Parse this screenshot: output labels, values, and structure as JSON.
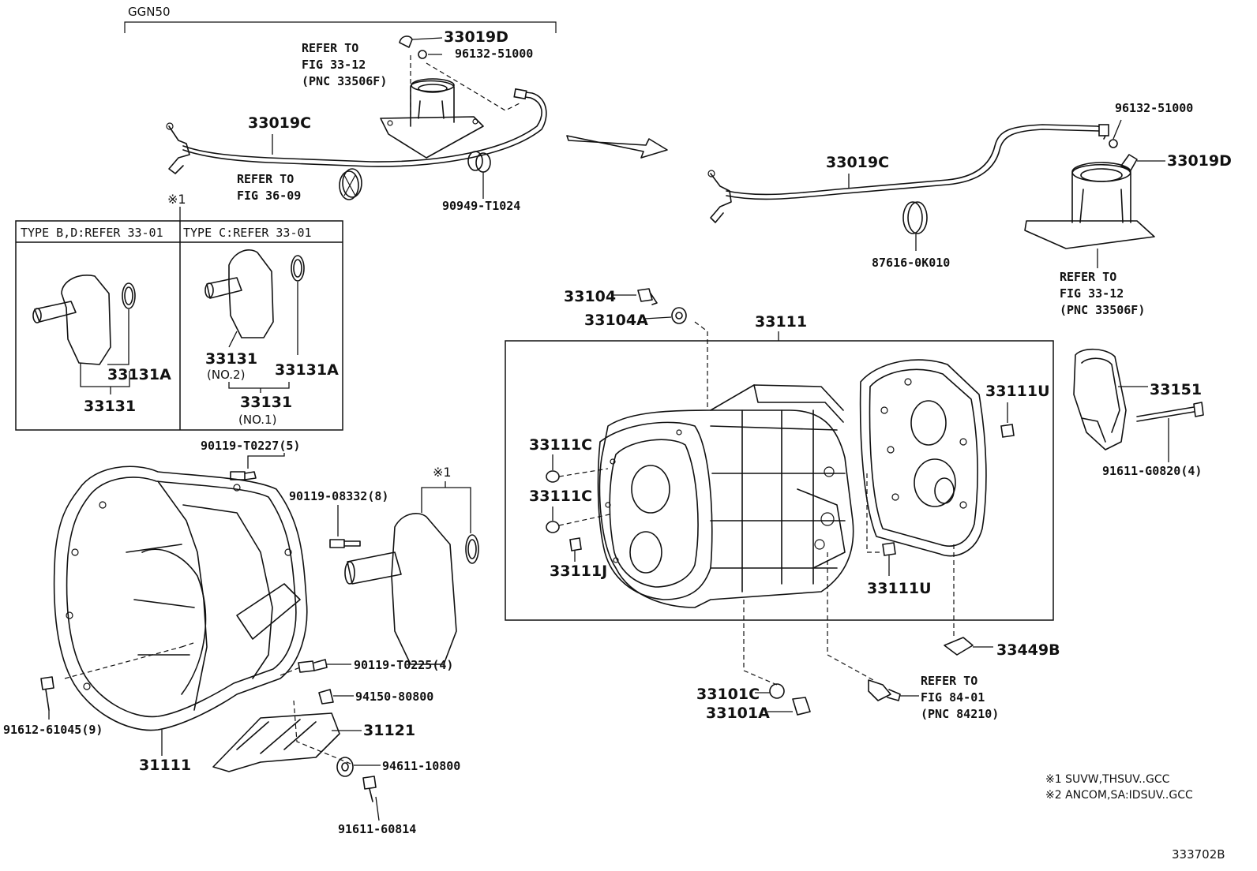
{
  "header": {
    "model": "GGN50"
  },
  "refs": {
    "top_left_refer": [
      "REFER TO",
      "FIG 33-12",
      "(PNC 33506F)"
    ],
    "top_left_refer2": [
      "REFER TO",
      "FIG 36-09"
    ],
    "top_right_refer": [
      "REFER TO",
      "FIG 33-12",
      "(PNC 33506F)"
    ],
    "sensor_refer": [
      "REFER TO",
      "FIG 84-01",
      "(PNC 84210)"
    ]
  },
  "type_box": {
    "left_title": "TYPE B,D:REFER 33-01",
    "right_title": "TYPE C:REFER 33-01",
    "marker": "※1"
  },
  "labels": {
    "p33019D_a": "33019D",
    "p96132_a": "96132-51000",
    "p33019C_a": "33019C",
    "p90949": "90949-T1024",
    "p96132_b": "96132-51000",
    "p33019C_b": "33019C",
    "p33019D_b": "33019D",
    "p87616": "87616-0K010",
    "p33131A_l": "33131A",
    "p33131_l": "33131",
    "p33131_no2": "33131",
    "p33131_no2_sub": "(NO.2)",
    "p33131A_r": "33131A",
    "p33131_no1": "33131",
    "p33131_no1_sub": "(NO.1)",
    "p90119_T0227": "90119-T0227(5)",
    "p90119_08332": "90119-08332(8)",
    "p90119_T0225": "90119-T0225(4)",
    "p94150": "94150-80800",
    "p31121": "31121",
    "p94611": "94611-10800",
    "p91611_60814": "91611-60814",
    "p91612": "91612-61045(9)",
    "p31111": "31111",
    "p33104": "33104",
    "p33104A": "33104A",
    "p33111": "33111",
    "p33111U_a": "33111U",
    "p33111C_a": "33111C",
    "p33111C_b": "33111C",
    "p33111J": "33111J",
    "p33111U_b": "33111U",
    "p33151": "33151",
    "p91611_G0820": "91611-G0820(4)",
    "p33449B": "33449B",
    "p33101C": "33101C",
    "p33101A": "33101A",
    "marker1_mid": "※1"
  },
  "notes": {
    "note1": "※1  SUVW,THSUV..GCC",
    "note2": "※2  ANCOM,SA:IDSUV..GCC"
  },
  "figure_id": "333702B"
}
